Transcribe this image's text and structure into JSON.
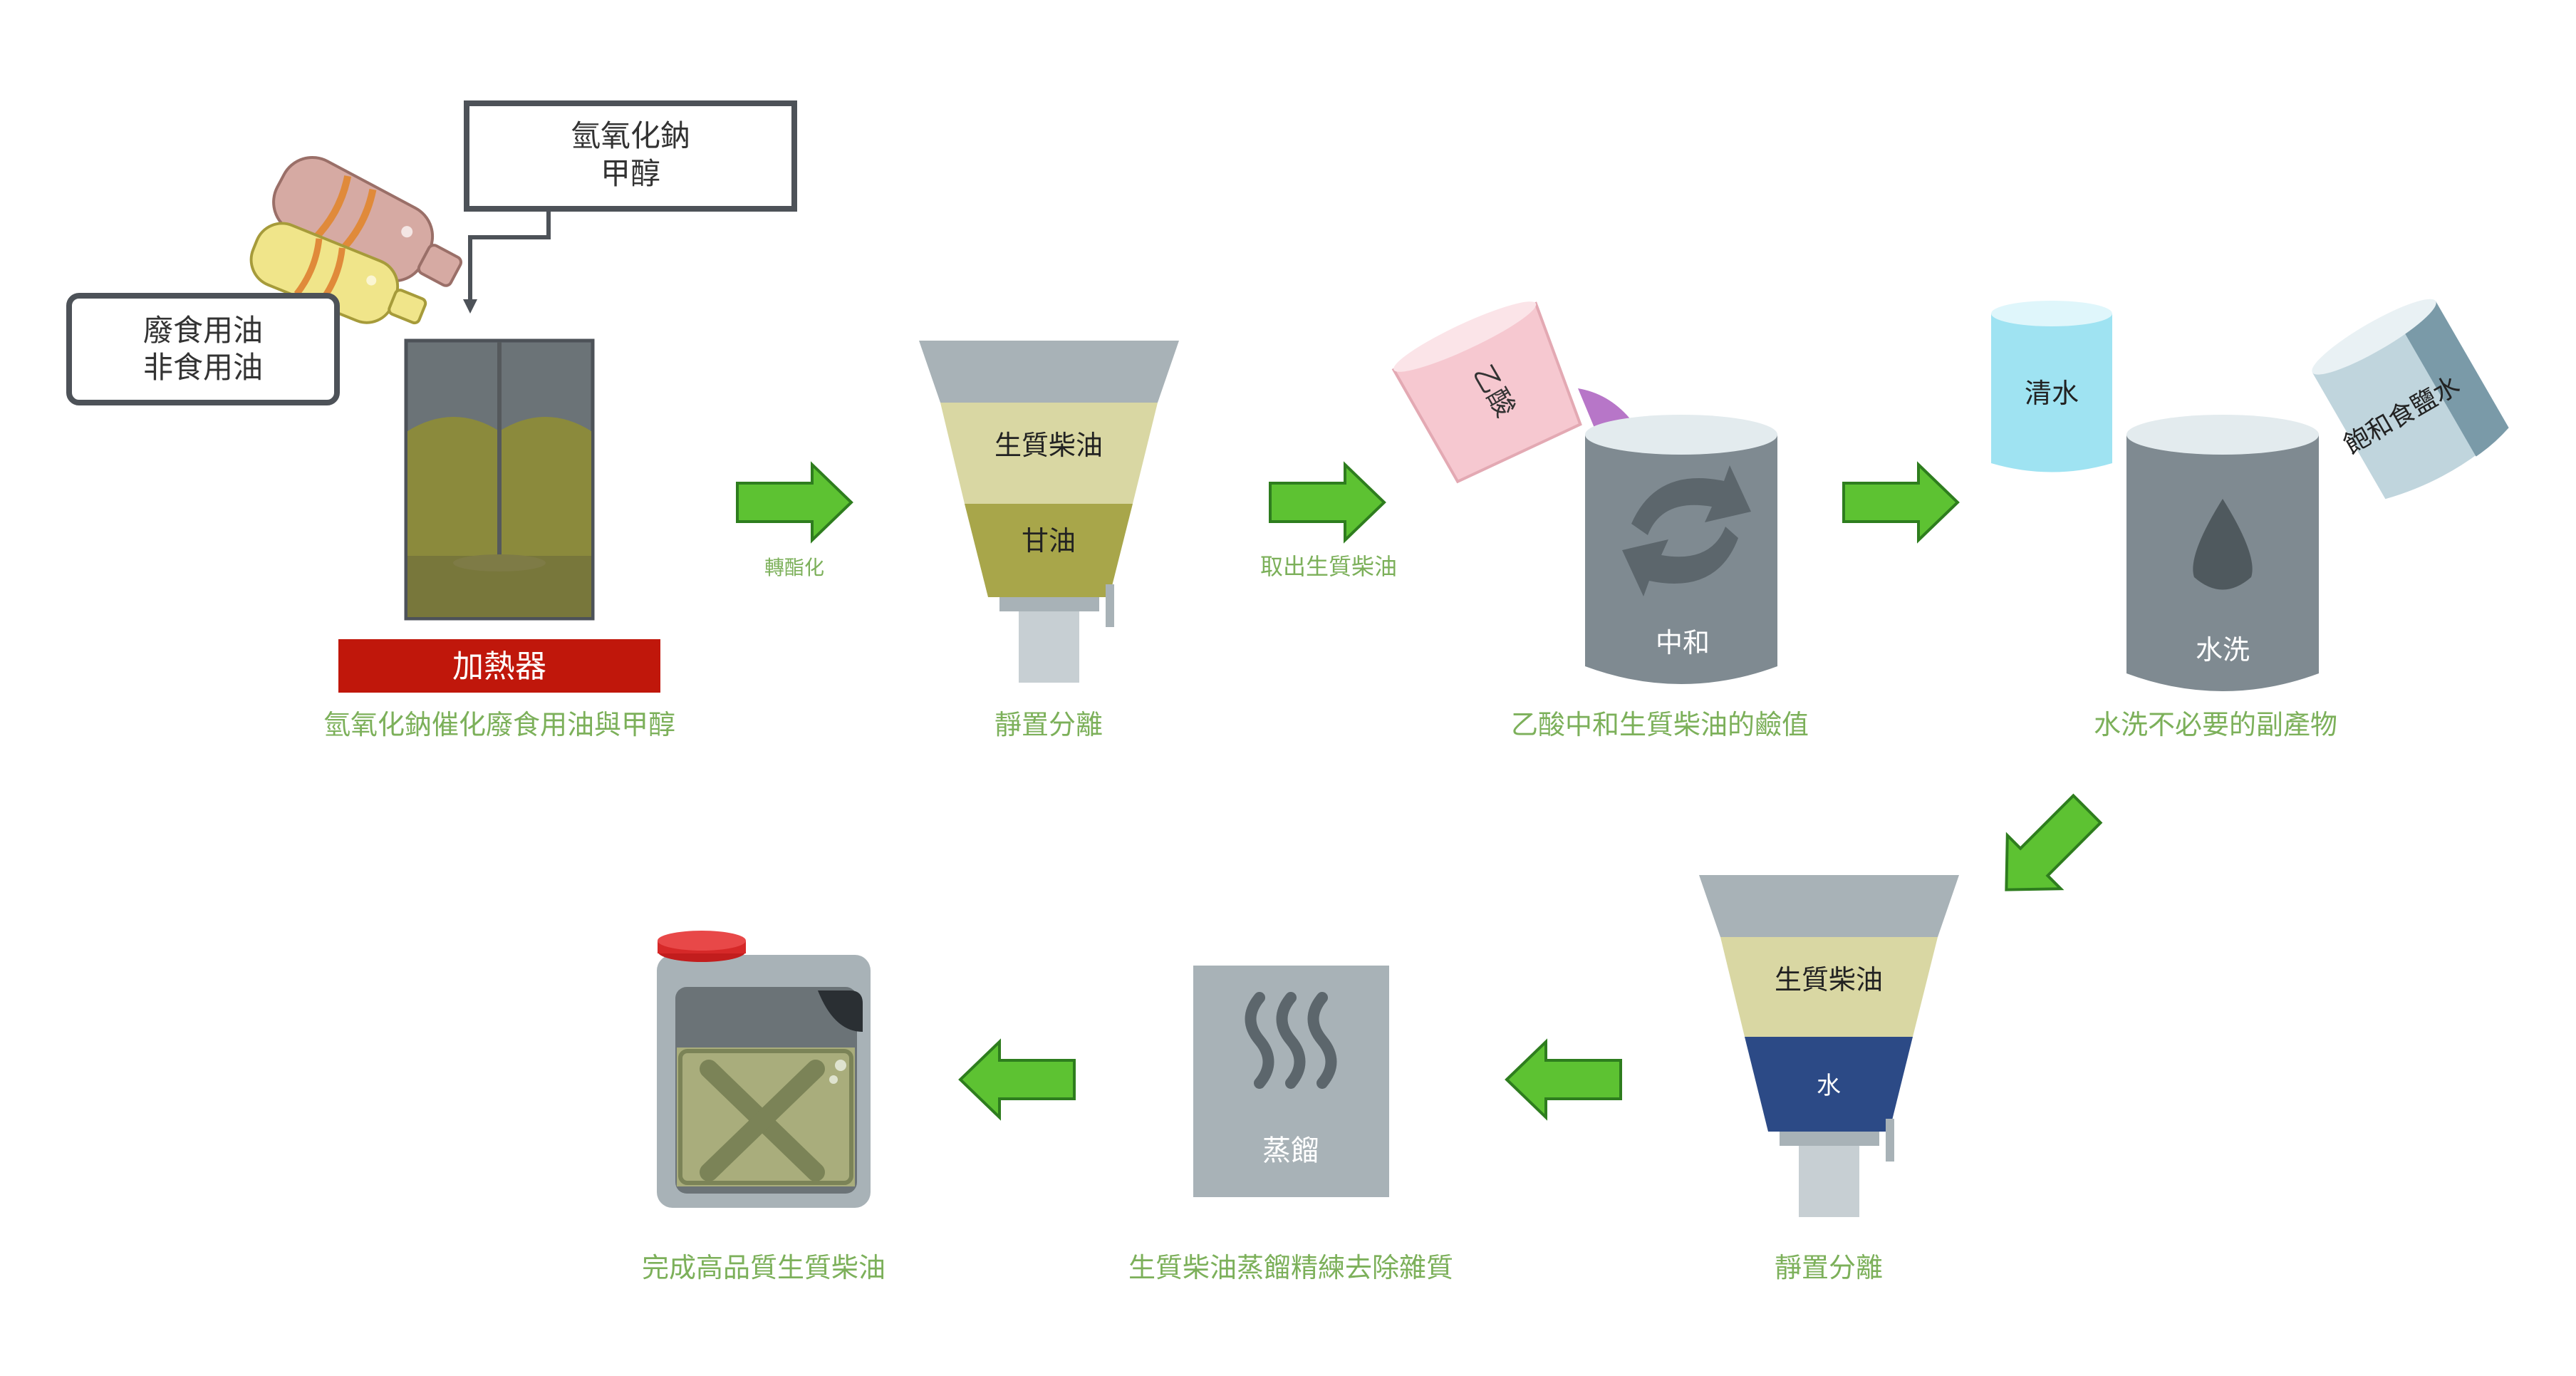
{
  "colors": {
    "arrow_fill": "#5dc232",
    "arrow_stroke": "#2e7d1e",
    "caption_text": "#7cb05a",
    "heater": "#c0170b",
    "box_border": "#4d5258",
    "grey_dark": "#7f8a91",
    "grey_light": "#a8b2b7",
    "biodiesel_layer": "#d9d7a3",
    "glycerin_layer": "#a8a64a",
    "water_layer": "#2c4a86",
    "clean_water": "#9fe3f2",
    "acetic_acid": "#f6c8d0"
  },
  "step1": {
    "bottle_label_line1": "氫氧化鈉",
    "bottle_label_line2": "甲醇",
    "oil_label_line1": "廢食用油",
    "oil_label_line2": "非食用油",
    "heater_label": "加熱器",
    "caption": "氫氧化鈉催化廢食用油與甲醇",
    "arrow_label": "轉酯化"
  },
  "step2": {
    "top_layer": "生質柴油",
    "bottom_layer": "甘油",
    "caption": "靜置分離",
    "arrow_label": "取出生質柴油"
  },
  "step3": {
    "cup_label": "乙酸",
    "drum_label": "中和",
    "caption": "乙酸中和生質柴油的鹼值",
    "icon": "recycle-arrows-icon"
  },
  "step4": {
    "cup_left_label": "清水",
    "cup_right_label": "飽和食鹽水",
    "drum_label": "水洗",
    "caption": "水洗不必要的副產物",
    "icon": "water-drop-icon"
  },
  "step5": {
    "top_layer": "生質柴油",
    "bottom_layer": "水",
    "caption": "靜置分離"
  },
  "step6": {
    "box_label": "蒸餾",
    "caption": "生質柴油蒸餾精練去除雜質",
    "icon": "steam-icon"
  },
  "step7": {
    "caption": "完成高品質生質柴油",
    "icon": "jerrycan-icon"
  }
}
